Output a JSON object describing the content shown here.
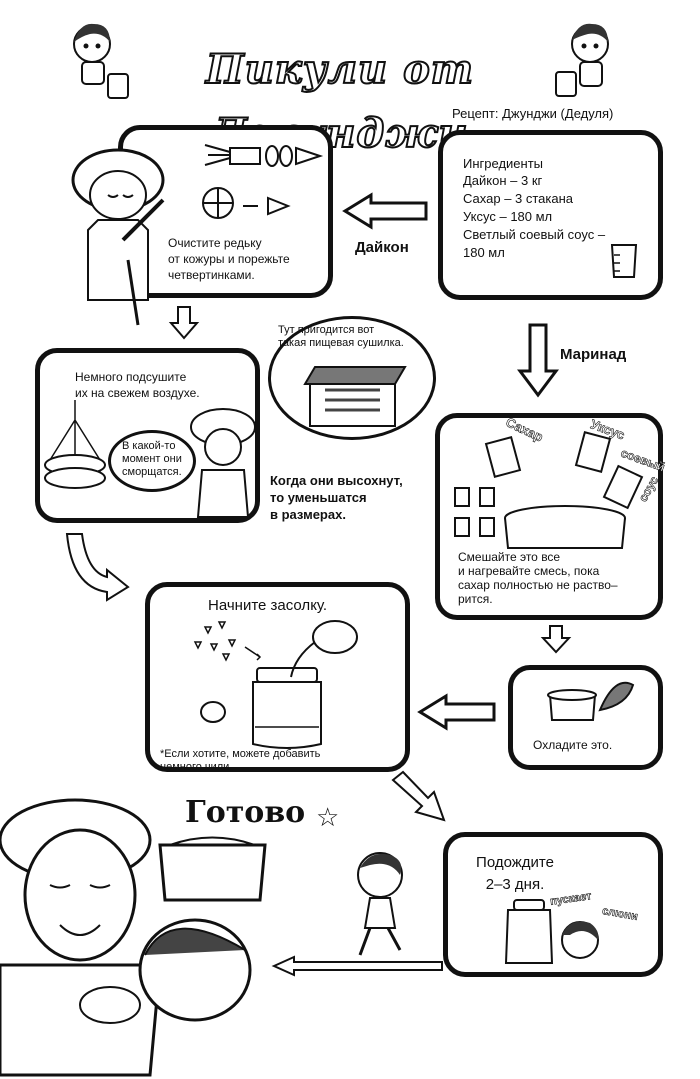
{
  "title": "Пикули от Джунджи",
  "credit": "Рецепт: Джунджи (Дедуля)",
  "ingredients": {
    "heading": "Ингредиенты",
    "items": [
      "Дайкон – 3 кг",
      "Сахар – 3 стакана",
      "Уксус – 180 мл",
      "Светлый соевый соус –",
      "180 мл"
    ]
  },
  "labels": {
    "daikon": "Дайкон",
    "marinade": "Маринад"
  },
  "steps": {
    "peel_line1": "Очистите редьку",
    "peel_line2": "от кожуры и порежьте",
    "peel_line3": "четвертинками.",
    "dry_line1": "Немного подсушите",
    "dry_line2": "их на свежем воздухе.",
    "dryer_line1": "Тут пригодится вот",
    "dryer_line2": "такая пищевая сушилка.",
    "shrink_line1": "Когда они высохнут,",
    "shrink_line2": "то уменьшатся",
    "shrink_line3": "в размерах.",
    "mix_line1": "Смешайте это все",
    "mix_line2": "и нагревайте смесь, пока",
    "mix_line3": "сахар полностью не раство–",
    "mix_line4": "рится.",
    "cool": "Охладите это.",
    "pickle": "Начните засолку.",
    "chili_line1": "*Если хотите, можете добавить",
    "chili_line2": "немного чили.",
    "wait_line1": "Подождите",
    "wait_line2": "2–3 дня.",
    "done": "Готово",
    "done_star": "☆"
  },
  "speech": {
    "wrinkle_line1": "В какой-то",
    "wrinkle_line2": "момент они",
    "wrinkle_line3": "сморщатся."
  },
  "sfx": {
    "sugar": "Сахар",
    "vinegar": "Уксус",
    "soy1": "соевый",
    "soy2": "соус",
    "drool1": "пускает",
    "drool2": "слюни"
  }
}
